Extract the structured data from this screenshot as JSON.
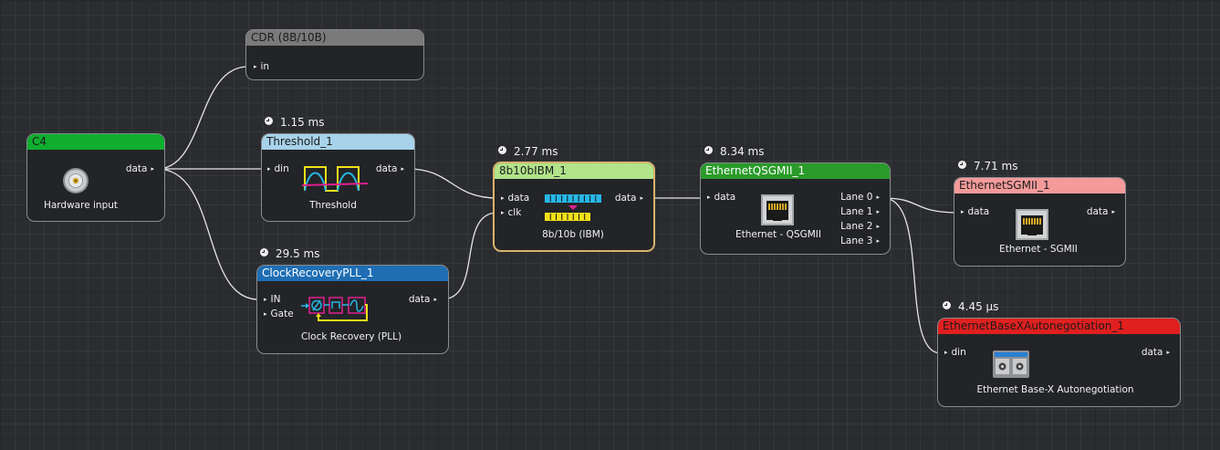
{
  "nodes": {
    "c4": {
      "title": "C4",
      "color": "#0fae2f",
      "text_color": "#1b1b1b",
      "output": "data",
      "caption": "Hardware input",
      "icon": "bnc-connector-icon"
    },
    "cdr": {
      "title": "CDR (8B/10B)",
      "color": "#7a7a7a",
      "text_color": "#ffffff",
      "input": "in"
    },
    "threshold": {
      "title": "Threshold_1",
      "color": "#a7d2ea",
      "text_color": "#1b1b1b",
      "timing": "1.15 ms",
      "input": "din",
      "output": "data",
      "caption": "Threshold",
      "icon": "threshold-waveform-icon"
    },
    "clockrec": {
      "title": "ClockRecoveryPLL_1",
      "color": "#1f6eb4",
      "text_color": "#ffffff",
      "timing": "29.5 ms",
      "inputs": [
        "IN",
        "Gate"
      ],
      "output": "data",
      "caption": "Clock Recovery (PLL)",
      "icon": "pll-diagram-icon"
    },
    "ibm": {
      "title": "8b10bIBM_1",
      "color": "#b1e38a",
      "text_color": "#1b1b1b",
      "timing": "2.77 ms",
      "inputs": [
        "data",
        "clk"
      ],
      "output": "data",
      "caption": "8b/10b (IBM)",
      "icon": "bit-decoder-icon"
    },
    "qsgmii": {
      "title": "EthernetQSGMII_1",
      "color": "#2a9a2a",
      "text_color": "#ffffff",
      "timing": "8.34 ms",
      "input": "data",
      "outputs": [
        "Lane 0",
        "Lane 1",
        "Lane 2",
        "Lane 3"
      ],
      "caption": "Ethernet - QSGMII",
      "icon": "ethernet-port-icon"
    },
    "sgmii": {
      "title": "EthernetSGMII_1",
      "color": "#f49a9a",
      "text_color": "#1b1b1b",
      "timing": "7.71 ms",
      "input": "data",
      "output": "data",
      "caption": "Ethernet - SGMII",
      "icon": "ethernet-port-icon"
    },
    "basex": {
      "title": "EthernetBaseXAutonegotiation_1",
      "color": "#e11f1f",
      "text_color": "#1b1b1b",
      "timing": "4.45 µs",
      "input": "din",
      "output": "data",
      "caption": "Ethernet Base-X Autonegotiation",
      "icon": "sfp-module-icon"
    }
  },
  "colors": {
    "wire": "#e6e6e6",
    "selected_border": "#d9b36b",
    "background": "#2b2c30"
  }
}
